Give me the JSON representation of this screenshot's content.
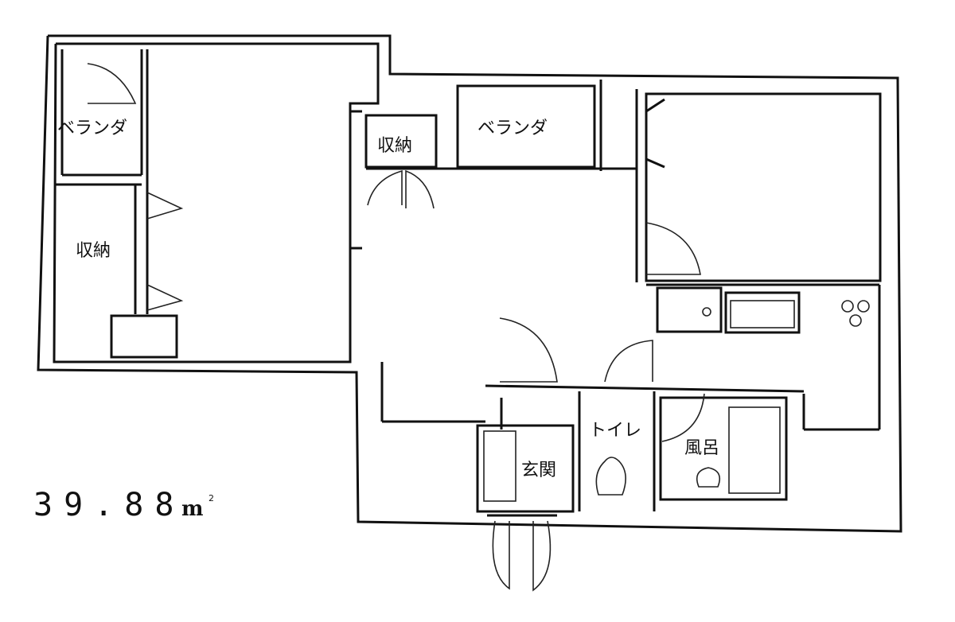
{
  "plan": {
    "area_value": "39.88",
    "area_unit": "m",
    "area_unit_sup": "2",
    "rooms": {
      "balcony_left": "ベランダ",
      "balcony_center": "ベランダ",
      "storage_top": "収納",
      "storage_left": "収納",
      "entrance": "玄関",
      "toilet": "トイレ",
      "bath": "風呂"
    }
  }
}
